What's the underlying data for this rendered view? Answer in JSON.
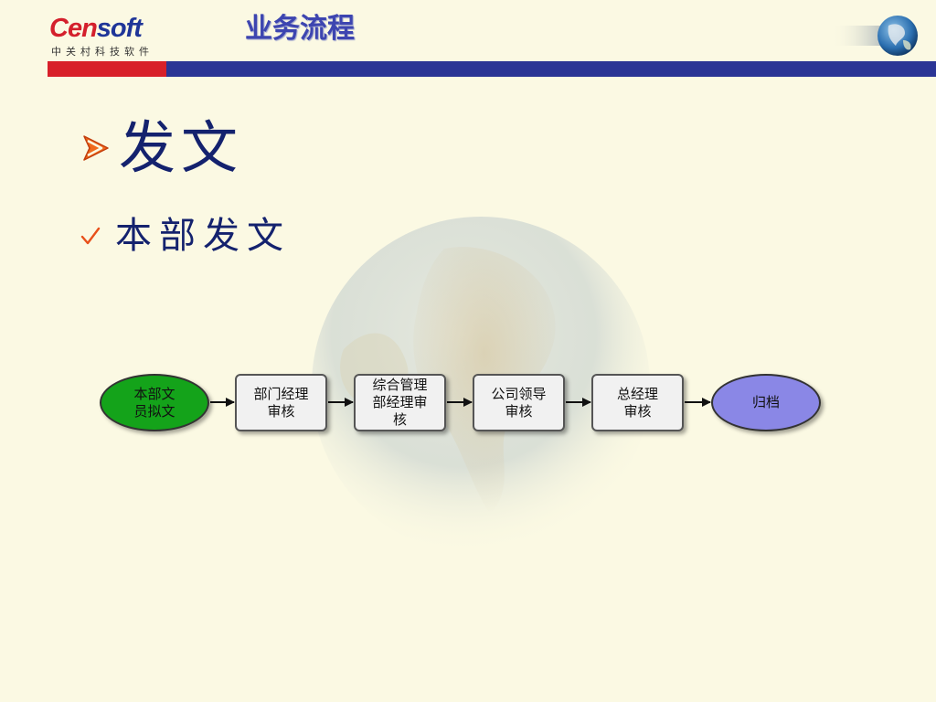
{
  "header": {
    "logo_wordmark_a": "Cen",
    "logo_wordmark_b": "soft",
    "logo_subtitle": "中关村科技软件",
    "title": "业务流程"
  },
  "content": {
    "bullet1": "发文",
    "bullet2": "本部发文"
  },
  "flow": {
    "nodes": [
      {
        "id": "draft",
        "label": "本部文\n员拟文",
        "shape": "ellipse",
        "color": "#14a31a"
      },
      {
        "id": "dept-review",
        "label": "部门经理\n审核",
        "shape": "rect",
        "color": "#f1f1f1"
      },
      {
        "id": "admin-review",
        "label": "综合管理\n部经理审\n核",
        "shape": "rect",
        "color": "#f1f1f1"
      },
      {
        "id": "leader-review",
        "label": "公司领导\n审核",
        "shape": "rect",
        "color": "#f1f1f1"
      },
      {
        "id": "gm-review",
        "label": "总经理\n审核",
        "shape": "rect",
        "color": "#f1f1f1"
      },
      {
        "id": "archive",
        "label": "归档",
        "shape": "ellipse",
        "color": "#8a87e6"
      }
    ],
    "edges": [
      {
        "from": "draft",
        "to": "dept-review"
      },
      {
        "from": "dept-review",
        "to": "admin-review"
      },
      {
        "from": "admin-review",
        "to": "leader-review"
      },
      {
        "from": "leader-review",
        "to": "gm-review"
      },
      {
        "from": "gm-review",
        "to": "archive"
      }
    ]
  },
  "colors": {
    "background": "#fbf9e3",
    "accent_red": "#d8202a",
    "accent_blue": "#2b3595",
    "title_color": "#3d45b0",
    "bullet_marker": "#e8501a"
  },
  "icons": {
    "bullet1_marker": "arrowhead-bullet-icon",
    "bullet2_marker": "checkmark-icon",
    "header_globe": "globe-icon",
    "background_globe": "globe-watermark-icon"
  }
}
